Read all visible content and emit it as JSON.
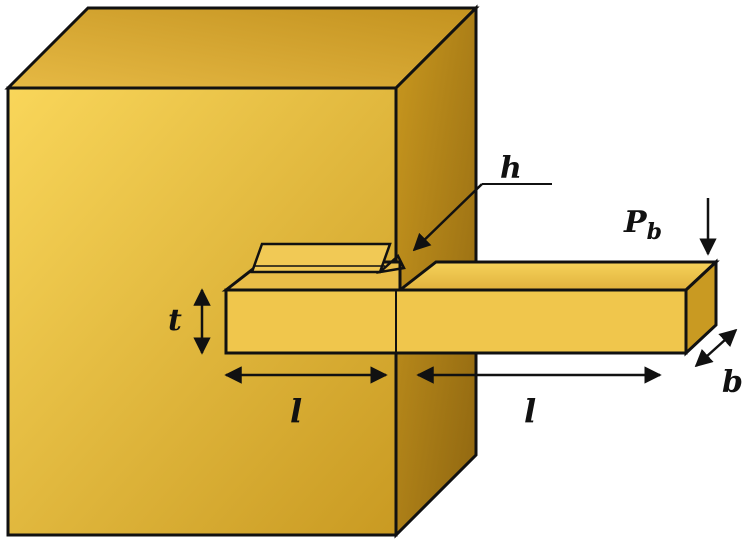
{
  "labels": {
    "h": "h",
    "P": "P",
    "P_sub": "b",
    "t": "t",
    "l_left": "l",
    "l_right": "l",
    "b": "b"
  },
  "colors": {
    "block_front_light": "#f9d65a",
    "block_front_dark": "#c99a22",
    "block_top": "#d9ad39",
    "block_side": "#a67a16",
    "bar_front": "#f3ca4c",
    "bar_top": "#e4b641",
    "bar_end": "#c99a22",
    "outline": "#111111"
  }
}
